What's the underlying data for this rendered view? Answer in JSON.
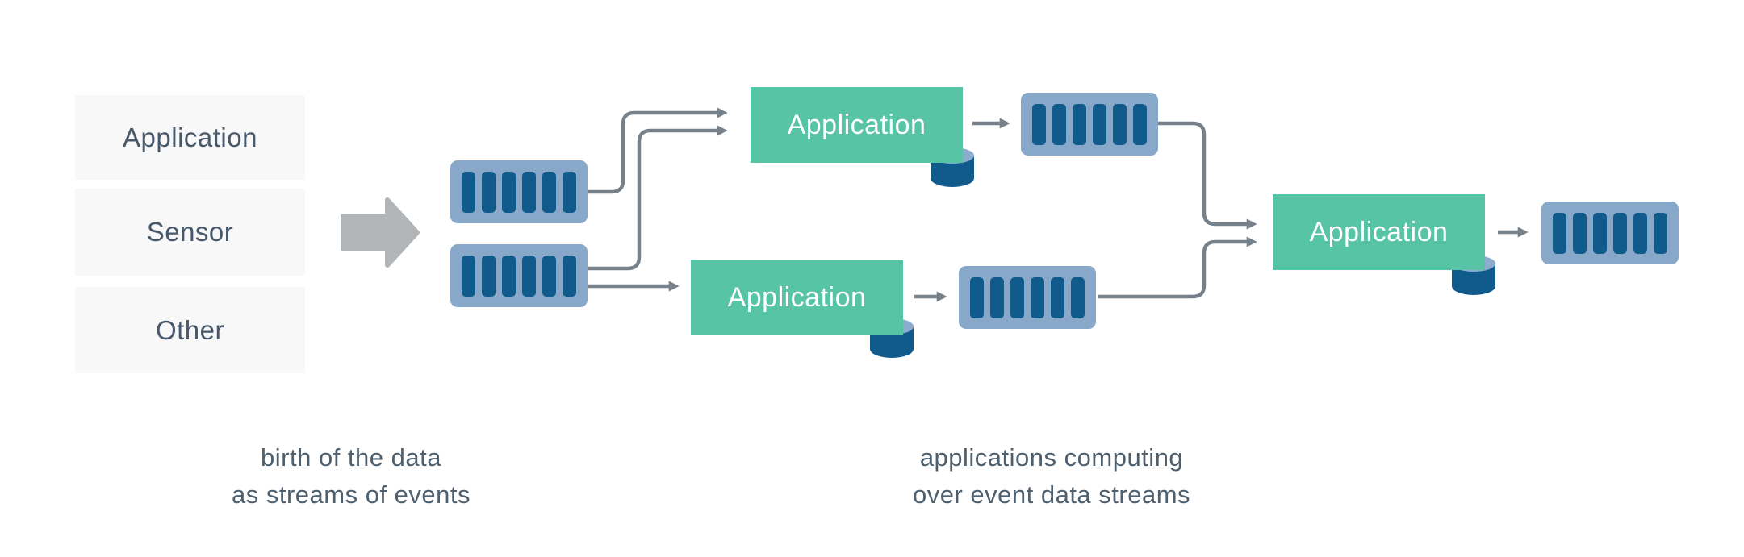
{
  "colors": {
    "bg": "#ffffff",
    "green": "#56c4a5",
    "stream_bg": "#88a8ca",
    "stream_bar": "#115a8c",
    "cyl_body": "#115a8c",
    "cyl_top": "#8cabce",
    "big_arrow": "#b1b5b8",
    "connector": "#76818b",
    "source_bg": "#f8f8f9",
    "source_text": "#47586a",
    "caption_text": "#4e5f6e",
    "app_text": "#ffffff"
  },
  "sources": {
    "items": [
      {
        "label": "Application"
      },
      {
        "label": "Sensor"
      },
      {
        "label": "Other"
      }
    ]
  },
  "apps": [
    {
      "label": "Application"
    },
    {
      "label": "Application"
    },
    {
      "label": "Application"
    }
  ],
  "captions": {
    "left": {
      "line1": "birth of the data",
      "line2": "as streams of events"
    },
    "right": {
      "line1": "applications computing",
      "line2": "over event data streams"
    }
  },
  "icons": {
    "big_arrow": "flow-arrow-icon",
    "stream": "event-stream-icon",
    "cylinder": "database-icon",
    "connector": "flow-connector-arrow"
  }
}
